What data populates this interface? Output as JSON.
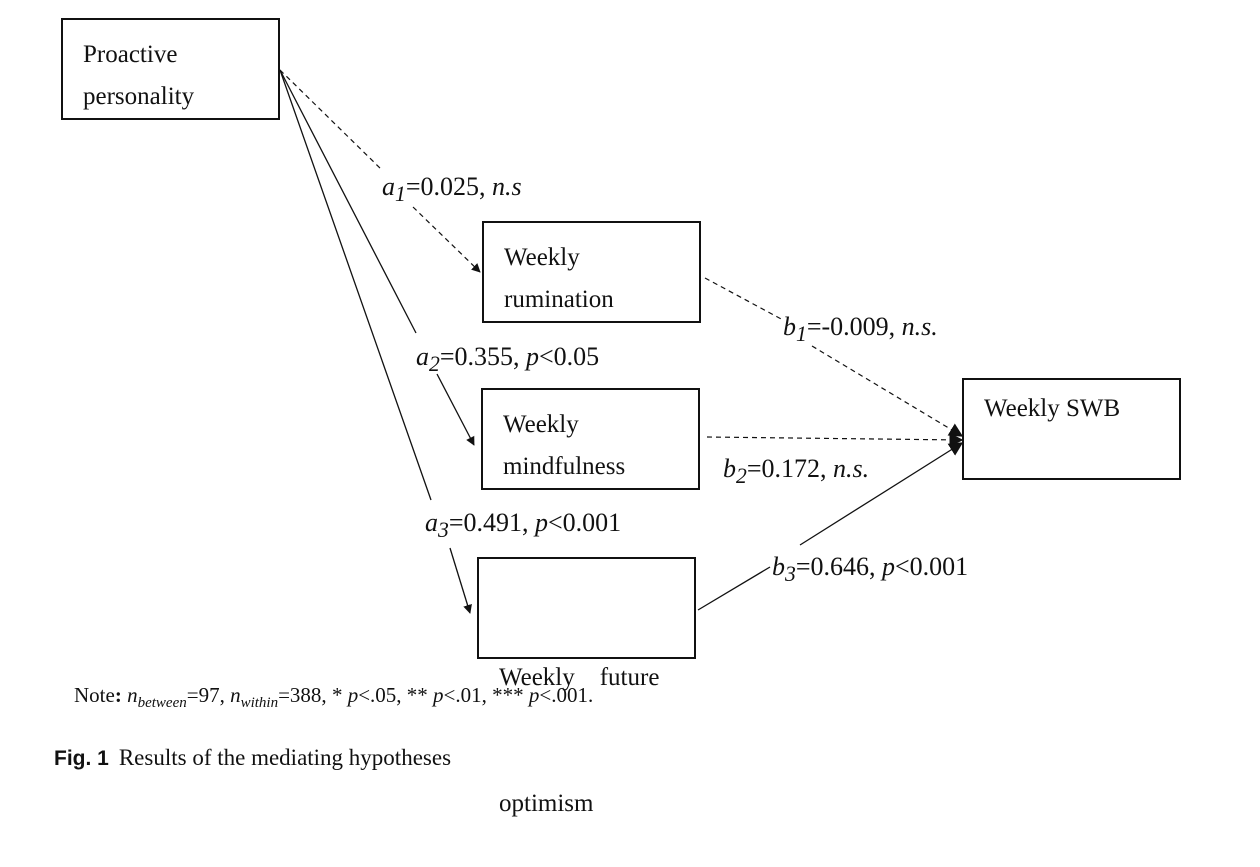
{
  "nodes": {
    "proactive": {
      "line1": "Proactive",
      "line2": "personality"
    },
    "rumination": {
      "line1": "Weekly",
      "line2": "rumination"
    },
    "mindfulness": {
      "line1": "Weekly",
      "line2": "mindfulness"
    },
    "optimism": {
      "line1": "Weekly    future",
      "line2": "optimism"
    },
    "swb": {
      "line1": "Weekly SWB"
    }
  },
  "paths": {
    "a1": {
      "sym": "a",
      "sub": "1",
      "coef": "=0.025, ",
      "sig": "n.s",
      "significant": false
    },
    "a2": {
      "sym": "a",
      "sub": "2",
      "coef": "=0.355, ",
      "sig": "p",
      "sig_rest": "<0.05",
      "significant": true
    },
    "a3": {
      "sym": "a",
      "sub": "3",
      "coef": "=0.491, ",
      "sig": "p",
      "sig_rest": "<0.001",
      "significant": true
    },
    "b1": {
      "sym": "b",
      "sub": "1",
      "coef": "=-0.009, ",
      "sig": "n.s.",
      "significant": false
    },
    "b2": {
      "sym": "b",
      "sub": "2",
      "coef": "=0.172, ",
      "sig": "n.s.",
      "significant": false
    },
    "b3": {
      "sym": "b",
      "sub": "3",
      "coef": "=0.646, ",
      "sig": "p",
      "sig_rest": "<0.001",
      "significant": true
    }
  },
  "note": {
    "prefix": "Note",
    "colon": ": ",
    "n1": "n",
    "n1_sub": "between",
    "n1_val": "=97, ",
    "n2": "n",
    "n2_sub": "within",
    "n2_val": "=388, ",
    "s1": "* ",
    "p1": "p",
    "s1_val": "<.05, ",
    "s2": "** ",
    "p2": "p",
    "s2_val": "<.01, ",
    "s3": "*** ",
    "p3": "p",
    "s3_val": "<.001."
  },
  "caption": {
    "fig": "Fig. 1",
    "text": "Results of the mediating hypotheses"
  }
}
